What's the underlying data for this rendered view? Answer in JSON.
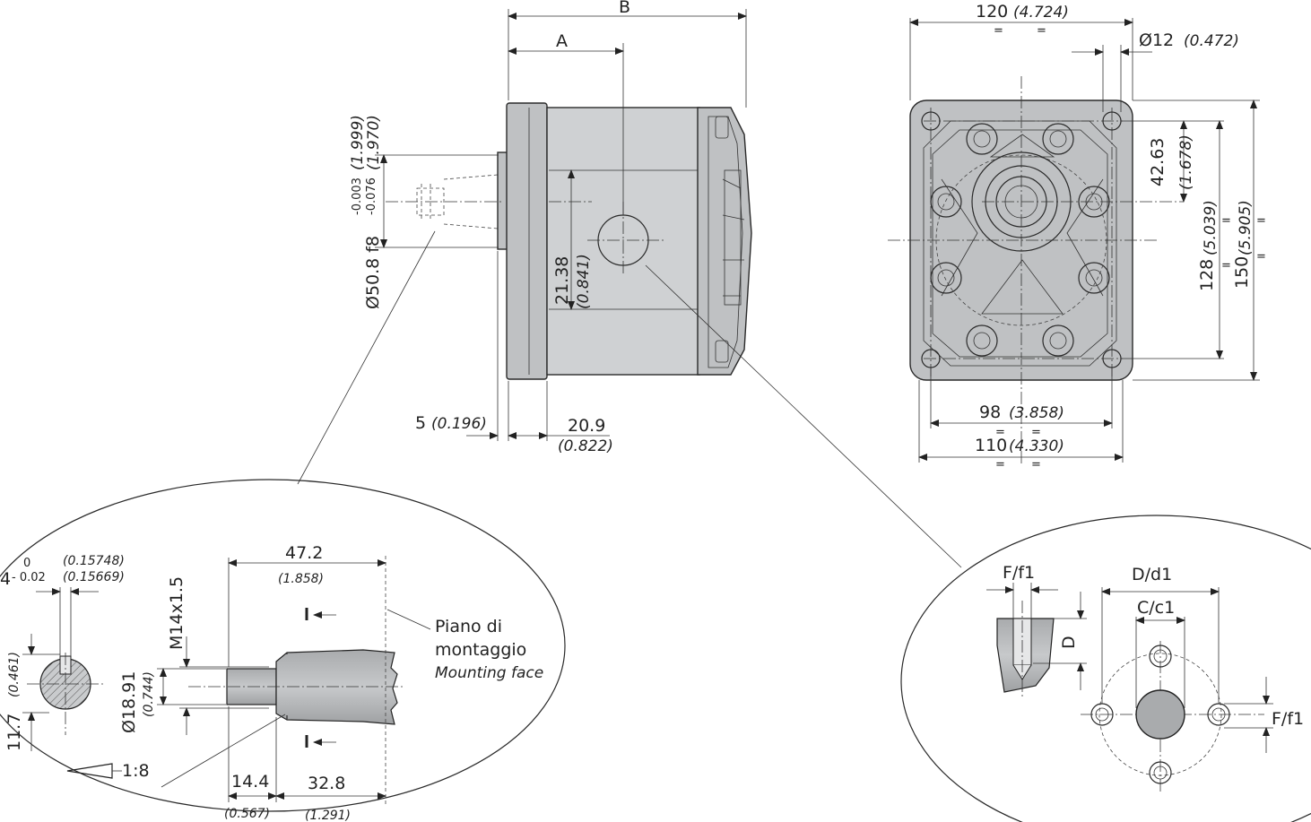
{
  "side_view": {
    "dim_B": "B",
    "dim_A": "A",
    "shaft_diameter": "Ø50.8 f8",
    "shaft_tol_upper": "-0.003",
    "shaft_tol_lower": "-0.076",
    "shaft_tol_in_upper": "(1.999)",
    "shaft_tol_in_lower": "(1.970)",
    "port_offset": "21.38",
    "port_offset_in": "(0.841)",
    "flange_thickness": "5",
    "flange_thickness_in": "(0.196)",
    "flange_to_body": "20.9",
    "flange_to_body_in": "(0.822)"
  },
  "front_view": {
    "width_120": "120",
    "width_120_in": "(4.724)",
    "hole_dia": "Ø12",
    "hole_dia_in": "(0.472)",
    "offset_42": "42.63",
    "offset_42_in": "(1.678)",
    "height_128": "128",
    "height_128_in": "(5.039)",
    "height_150": "150",
    "height_150_in": "(5.905)",
    "width_98": "98",
    "width_98_in": "(3.858)",
    "width_110": "110",
    "width_110_in": "(4.330)",
    "equal_mark": "="
  },
  "shaft_detail": {
    "key_width": "4",
    "key_tol_upper": "0",
    "key_tol_lower": "- 0.02",
    "key_tol_in_upper": "(0.15748)",
    "key_tol_in_lower": "(0.15669)",
    "key_depth_in": "(0.461)",
    "key_height": "11.7",
    "thread": "M14x1.5",
    "dia": "Ø18.91",
    "dia_in": "(0.744)",
    "length_total": "47.2",
    "length_total_in": "(1.858)",
    "taper": "1:8",
    "len_a": "14.4",
    "len_a_in": "(0.567)",
    "len_b": "32.8",
    "len_b_in": "(1.291)",
    "mounting_it_line1": "Piano di",
    "mounting_it_line2": "montaggio",
    "mounting_en": "Mounting face"
  },
  "port_detail": {
    "label_F": "F/f1",
    "label_D_vertical": "D",
    "label_Dd1": "D/d1",
    "label_Cc1": "C/c1",
    "label_F_right": "F/f1"
  }
}
